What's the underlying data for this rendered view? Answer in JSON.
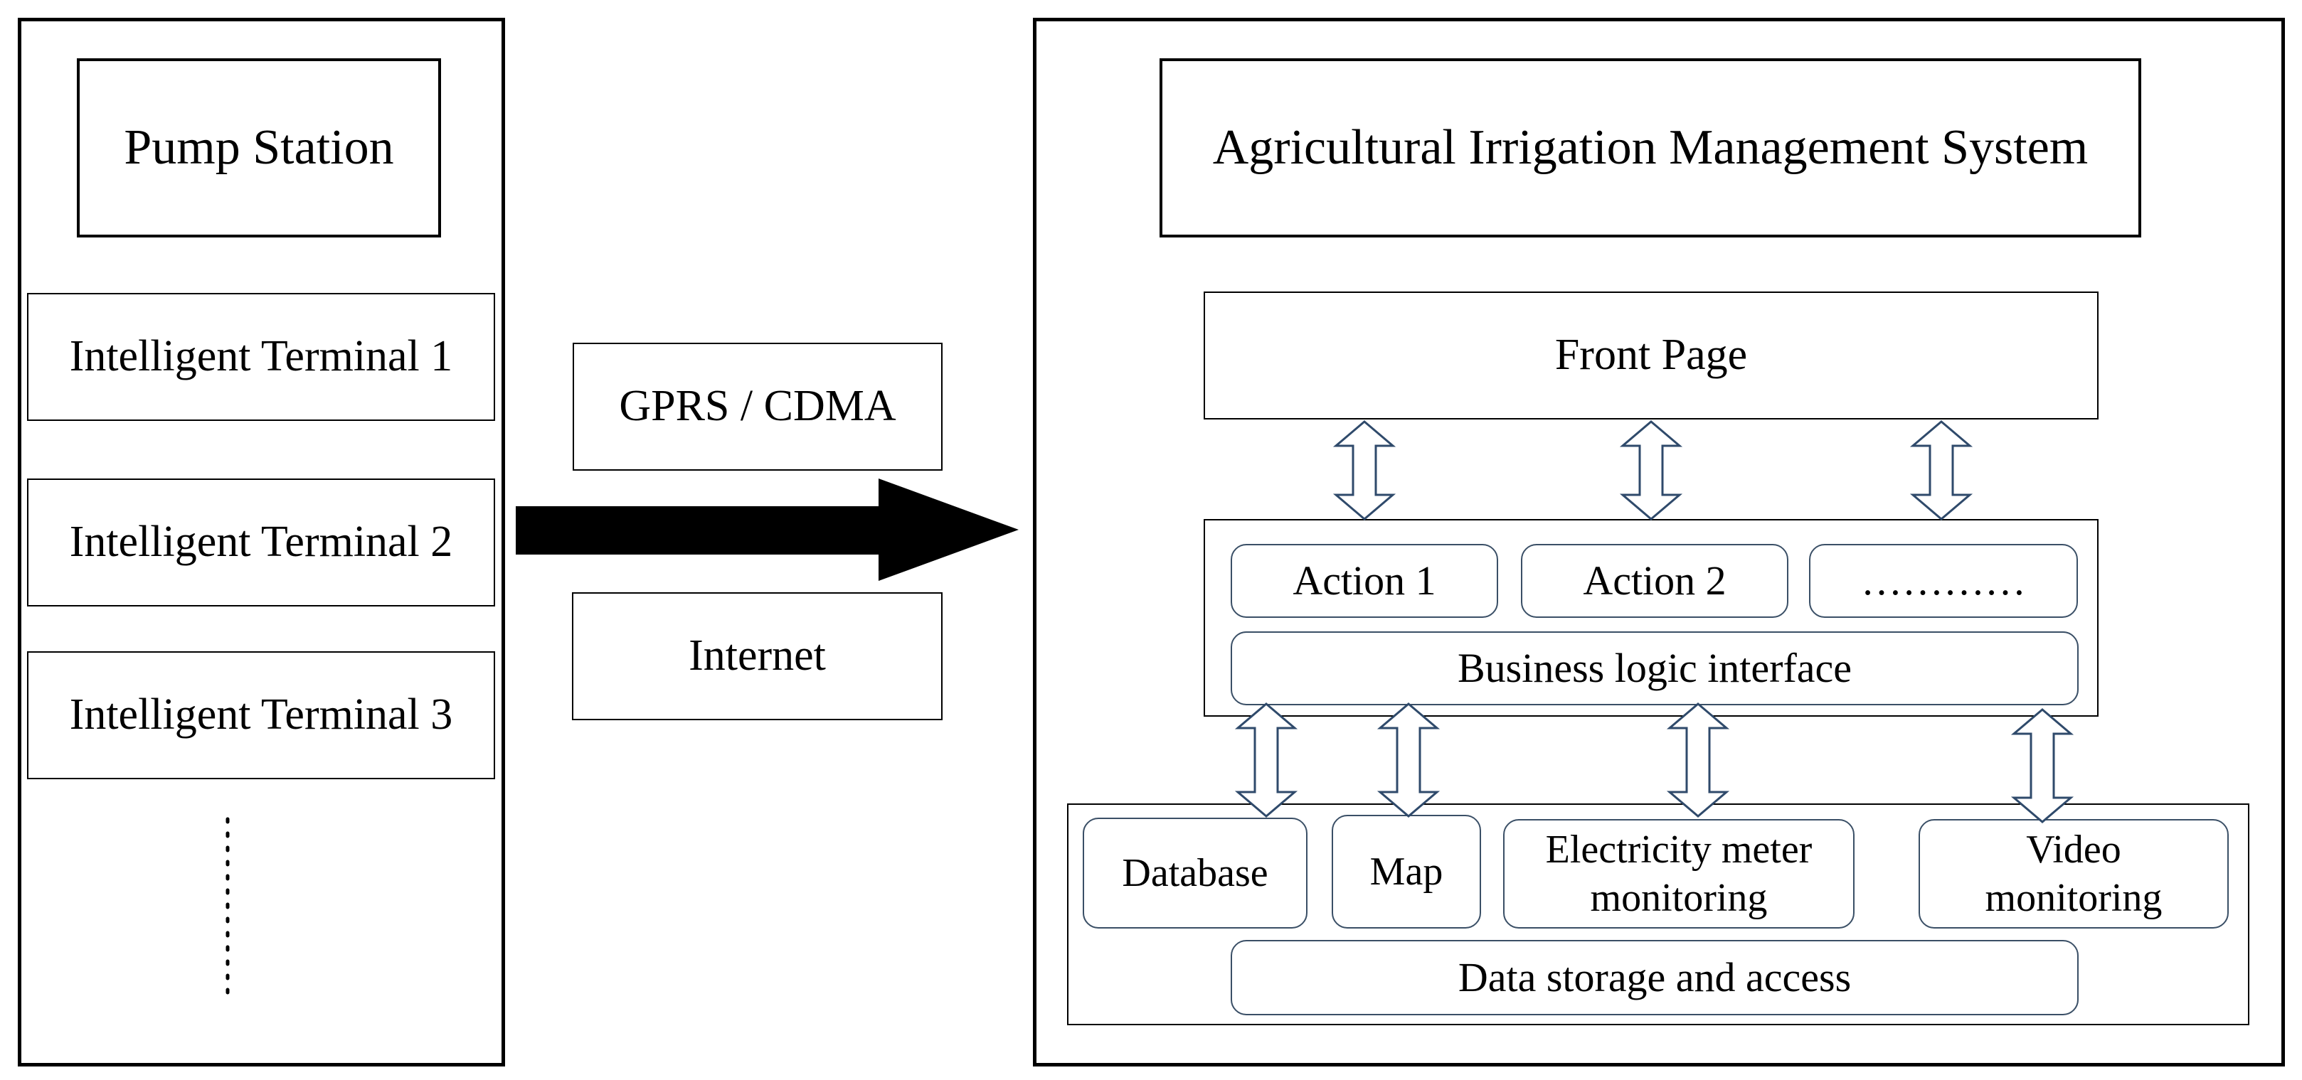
{
  "left_panel": {
    "title": "Pump Station",
    "terminals": [
      "Intelligent Terminal 1",
      "Intelligent Terminal 2",
      "Intelligent Terminal 3"
    ]
  },
  "transport": {
    "top": "GPRS / CDMA",
    "bottom": "Internet"
  },
  "right_panel": {
    "title": "Agricultural Irrigation Management System",
    "front_page": "Front Page",
    "actions": [
      "Action 1",
      "Action 2",
      "…………"
    ],
    "business_logic": "Business logic interface",
    "storage_items": [
      "Database",
      "Map",
      "Electricity meter monitoring",
      "Video monitoring"
    ],
    "data_storage": "Data storage and access"
  },
  "colors": {
    "line": "#000000",
    "rounded_border": "#3a4f66",
    "double_arrow": "#2f4a6b"
  }
}
